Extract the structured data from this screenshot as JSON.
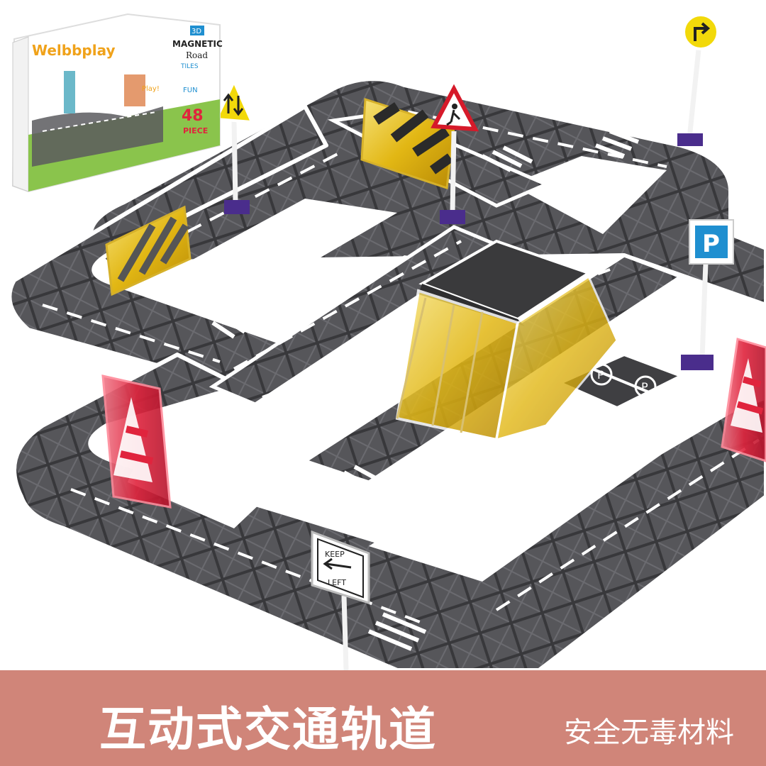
{
  "banner": {
    "main_text": "互动式交通轨道",
    "sub_text": "安全无毒材料"
  },
  "product_box": {
    "brand": "Welbbplay",
    "badge_3d": "3D",
    "title_line1": "MAGNETIC",
    "title_line2": "Road",
    "title_line3": "TILES",
    "piece_count": "48",
    "piece_label": "PIECE",
    "slogan_fun": "FUN",
    "slogan_play": "Play!"
  },
  "signs": {
    "keep_left_line1": "KEEP",
    "keep_left_line2": "LEFT",
    "parking": "P"
  },
  "colors": {
    "banner": "#d08579",
    "track": "#4a4a4d",
    "tile_yellow": "#e8c21e",
    "cone_red": "#e0243d",
    "sign_blue": "#1f8fd0",
    "sign_yellow": "#f2d90a",
    "post_purple": "#4a2d8c"
  },
  "icons": [
    "turn-right-sign-icon",
    "two-way-traffic-sign-icon",
    "pedestrian-crossing-sign-icon",
    "parking-sign-icon",
    "keep-left-sign-icon",
    "traffic-cone-icon"
  ]
}
